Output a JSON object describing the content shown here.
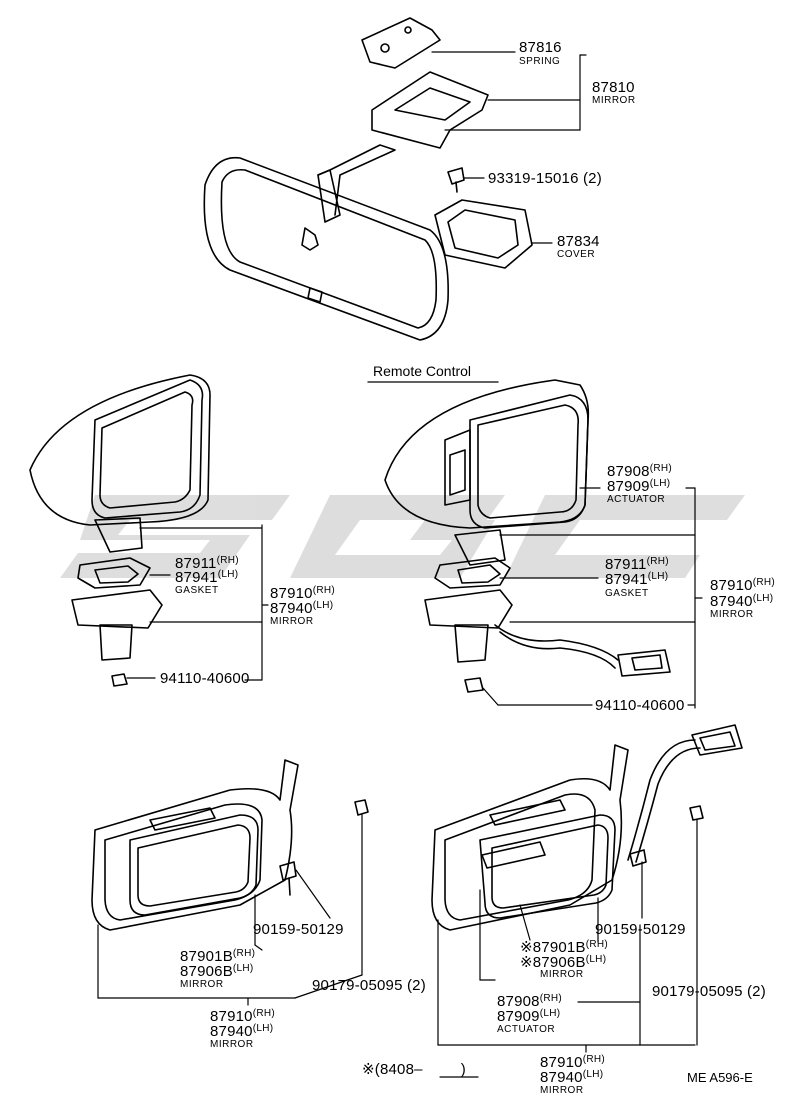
{
  "header": {
    "remote_control": "Remote Control"
  },
  "top": {
    "spring_no": "87816",
    "spring_name": "SPRING",
    "mirror_no": "87810",
    "mirror_name": "MIRROR",
    "screw": "93319-15016 (2)",
    "cover_no": "87834",
    "cover_name": "COVER"
  },
  "mid_left": {
    "gasket_rh": "87911",
    "gasket_lh": "87941",
    "gasket_name": "GASKET",
    "mirror_rh": "87910",
    "mirror_lh": "87940",
    "mirror_name": "MIRROR",
    "nut": "94110-40600"
  },
  "mid_right": {
    "act_rh": "87908",
    "act_lh": "87909",
    "act_name": "ACTUATOR",
    "gasket_rh": "87911",
    "gasket_lh": "87941",
    "gasket_name": "GASKET",
    "mirror_rh": "87910",
    "mirror_lh": "87940",
    "mirror_name": "MIRROR",
    "nut": "94110-40600"
  },
  "bot_left": {
    "screw": "90159-50129",
    "glass_rh": "87901B",
    "glass_lh": "87906B",
    "glass_name": "MIRROR",
    "clip": "90179-05095 (2)",
    "mirror_rh": "87910",
    "mirror_lh": "87940",
    "mirror_name": "MIRROR"
  },
  "bot_right": {
    "screw": "90159-50129",
    "glass_rh": "※87901B",
    "glass_lh": "※87906B",
    "glass_name": "MIRROR",
    "act_rh": "87908",
    "act_lh": "87909",
    "act_name": "ACTUATOR",
    "clip": "90179-05095 (2)",
    "mirror_rh": "87910",
    "mirror_lh": "87940",
    "mirror_name": "MIRROR"
  },
  "sides": {
    "rh": "(RH)",
    "lh": "(LH)"
  },
  "footer": {
    "note": "※(8408–",
    "note_end": ")",
    "code": "ME  A596-E"
  },
  "watermark": {
    "color": "#d8d8d8"
  }
}
